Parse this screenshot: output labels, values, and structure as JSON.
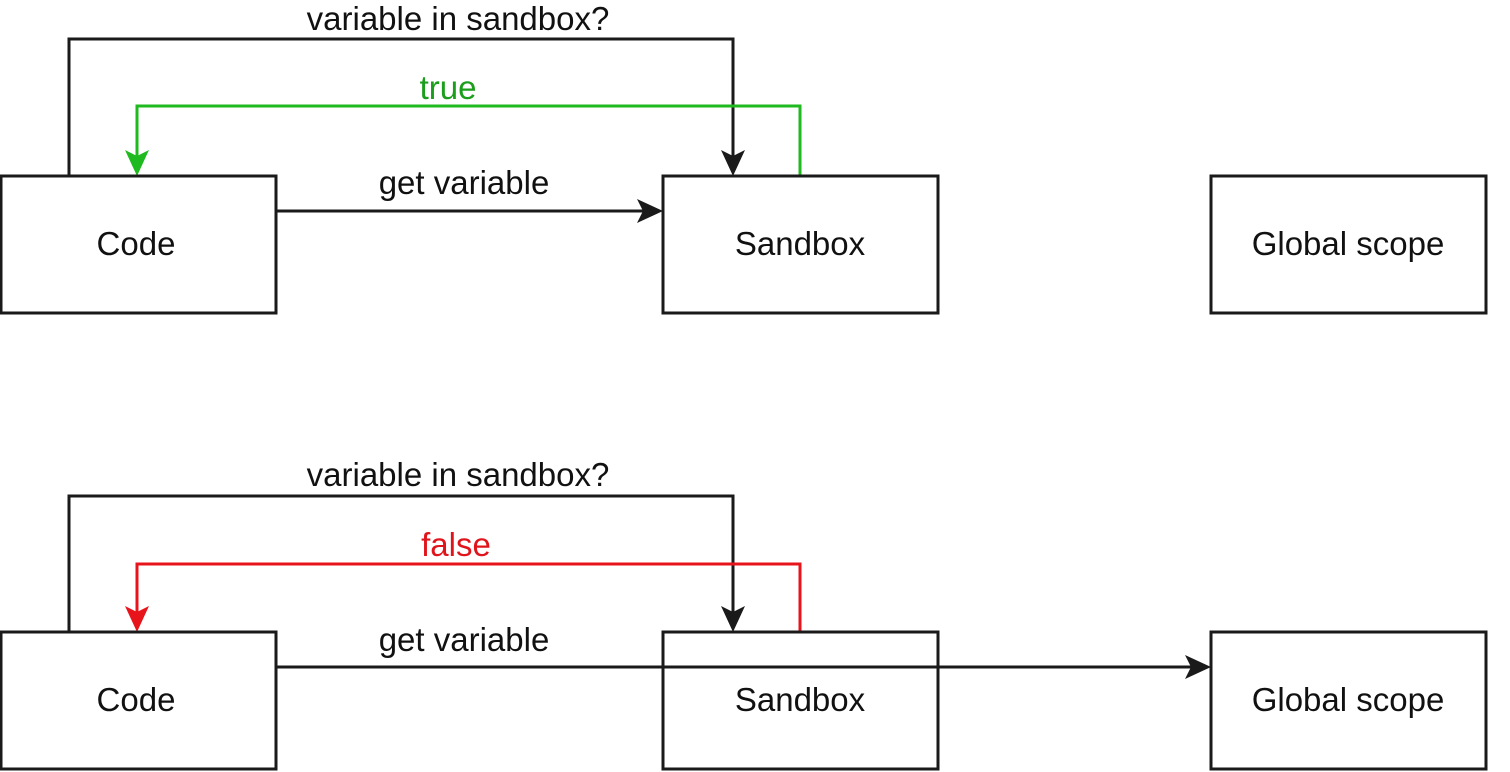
{
  "colors": {
    "stroke": "#1a1a1a",
    "true_branch": "#1fba1f",
    "false_branch": "#e8141b"
  },
  "top_flow": {
    "nodes": {
      "code": "Code",
      "sandbox": "Sandbox",
      "global_scope": "Global scope"
    },
    "edges": {
      "query": "variable in sandbox?",
      "result": "true",
      "get": "get variable"
    }
  },
  "bottom_flow": {
    "nodes": {
      "code": "Code",
      "sandbox": "Sandbox",
      "global_scope": "Global scope"
    },
    "edges": {
      "query": "variable in sandbox?",
      "result": "false",
      "get": "get variable"
    }
  }
}
